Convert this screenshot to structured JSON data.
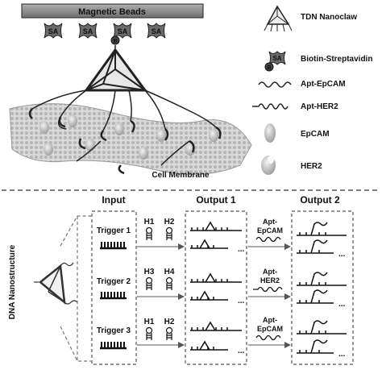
{
  "top": {
    "beads_label": "Magnetic Beads",
    "sa_label": "SA",
    "biotin_label": "B",
    "membrane_label": "Cell Membrane"
  },
  "legend": [
    {
      "id": "tdn",
      "label": "TDN Nanoclaw"
    },
    {
      "id": "biotin-sa",
      "label": "Biotin-Streptavidin"
    },
    {
      "id": "apt-epcam",
      "label": "Apt-EpCAM"
    },
    {
      "id": "apt-her2",
      "label": "Apt-HER2"
    },
    {
      "id": "epcam",
      "label": "EpCAM"
    },
    {
      "id": "her2",
      "label": "HER2"
    }
  ],
  "bottom": {
    "side_label": "DNA Nanostructure",
    "col_input": "Input",
    "col_output1": "Output 1",
    "col_output2": "Output 2",
    "dots": "...",
    "rows": [
      {
        "trigger": "Trigger 1",
        "hp_a": "H1",
        "hp_b": "H2",
        "apt_line1": "Apt-",
        "apt_line2": "EpCAM"
      },
      {
        "trigger": "Trigger 2",
        "hp_a": "H3",
        "hp_b": "H4",
        "apt_line1": "Apt-",
        "apt_line2": "HER2"
      },
      {
        "trigger": "Trigger 3",
        "hp_a": "H1",
        "hp_b": "H2",
        "apt_line1": "Apt-",
        "apt_line2": "EpCAM"
      }
    ]
  },
  "colors": {
    "ink": "#111111",
    "gray": "#777777",
    "beads_fill": "#8a8a8a",
    "membrane": "#cfcfcf",
    "dash": "#555555"
  }
}
